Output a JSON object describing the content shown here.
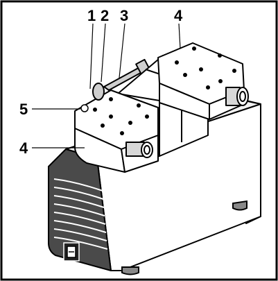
{
  "figure": {
    "callouts": {
      "c1": "1",
      "c2": "2",
      "c3": "3",
      "c4_top": "4",
      "c4_left": "4",
      "c5": "5"
    }
  }
}
